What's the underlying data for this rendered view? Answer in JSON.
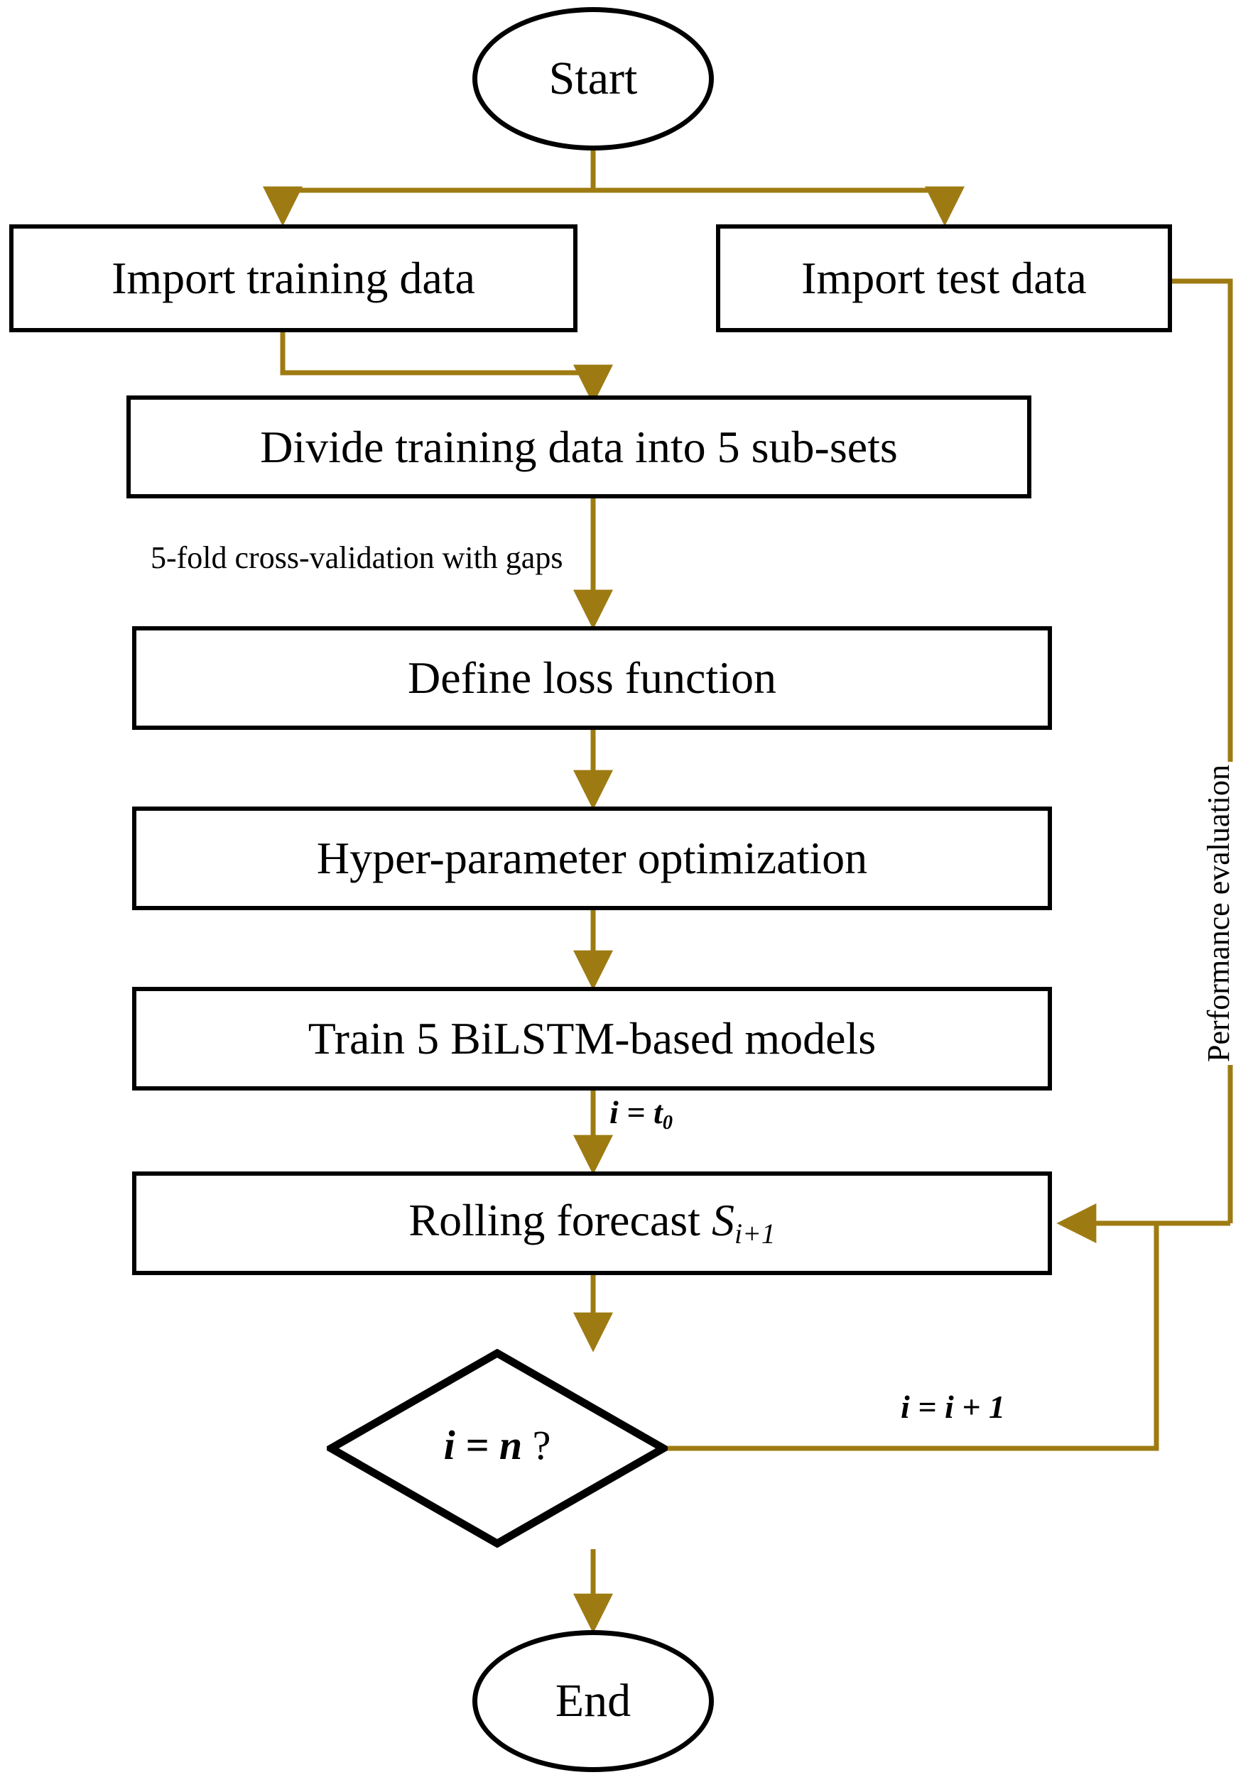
{
  "diagram": {
    "title": "BiLSTM rolling-forecast workflow flowchart",
    "accent_color": "#9E7B12",
    "outline_color": "#000000",
    "background_color": "#FFFFFF"
  },
  "nodes": {
    "start": {
      "label": "Start",
      "shape": "terminator"
    },
    "import_training": {
      "label": "Import training data",
      "shape": "process"
    },
    "import_test": {
      "label": "Import test data",
      "shape": "process"
    },
    "divide": {
      "label": "Divide training data into 5 sub-sets",
      "shape": "process"
    },
    "loss": {
      "label": "Define loss function",
      "shape": "process"
    },
    "hyper": {
      "label": "Hyper-parameter optimization",
      "shape": "process"
    },
    "train": {
      "label": "Train 5 BiLSTM-based models",
      "shape": "process"
    },
    "rolling": {
      "label_prefix": "Rolling forecast ",
      "label_symbol": "S",
      "label_subscript": "i+1",
      "shape": "process"
    },
    "decision": {
      "lhs": "i",
      "op": " = ",
      "rhs": "n",
      "suffix": " ?",
      "shape": "decision"
    },
    "end": {
      "label": "End",
      "shape": "terminator"
    }
  },
  "edge_labels": {
    "cv": "5-fold cross-validation  with gaps",
    "init_i": {
      "lhs": "i",
      "op": " = ",
      "rhs_sym": "t",
      "rhs_sub": "0"
    },
    "increment": {
      "lhs": "i",
      "op": " = ",
      "rhs": "i",
      "plus": " + 1"
    },
    "performance": "Performance  evaluation"
  }
}
